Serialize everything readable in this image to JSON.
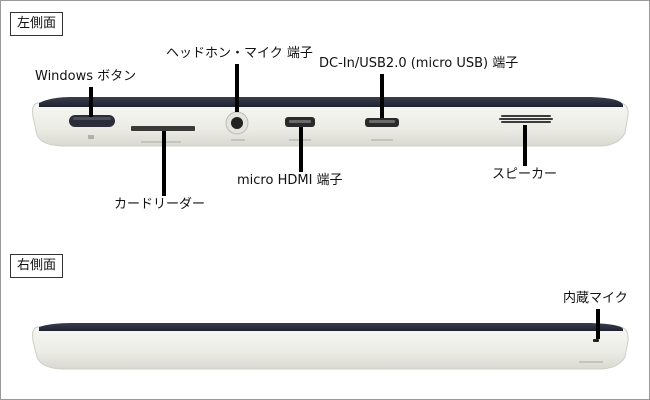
{
  "left_side": {
    "section_title": "左側面",
    "labels": {
      "windows_button": "Windows ボタン",
      "headphone": "ヘッドホン・マイク 端子",
      "dcin": "DC-In/USB2.0 (micro USB) 端子",
      "cardreader": "カードリーダー",
      "hdmi": "micro HDMI 端子",
      "speaker": "スピーカー"
    }
  },
  "right_side": {
    "section_title": "右側面",
    "labels": {
      "mic": "内蔵マイク"
    }
  },
  "colors": {
    "device_body": "#f2f2ee",
    "device_top_edge": "#2a2d3a",
    "leader_line": "#000000"
  }
}
